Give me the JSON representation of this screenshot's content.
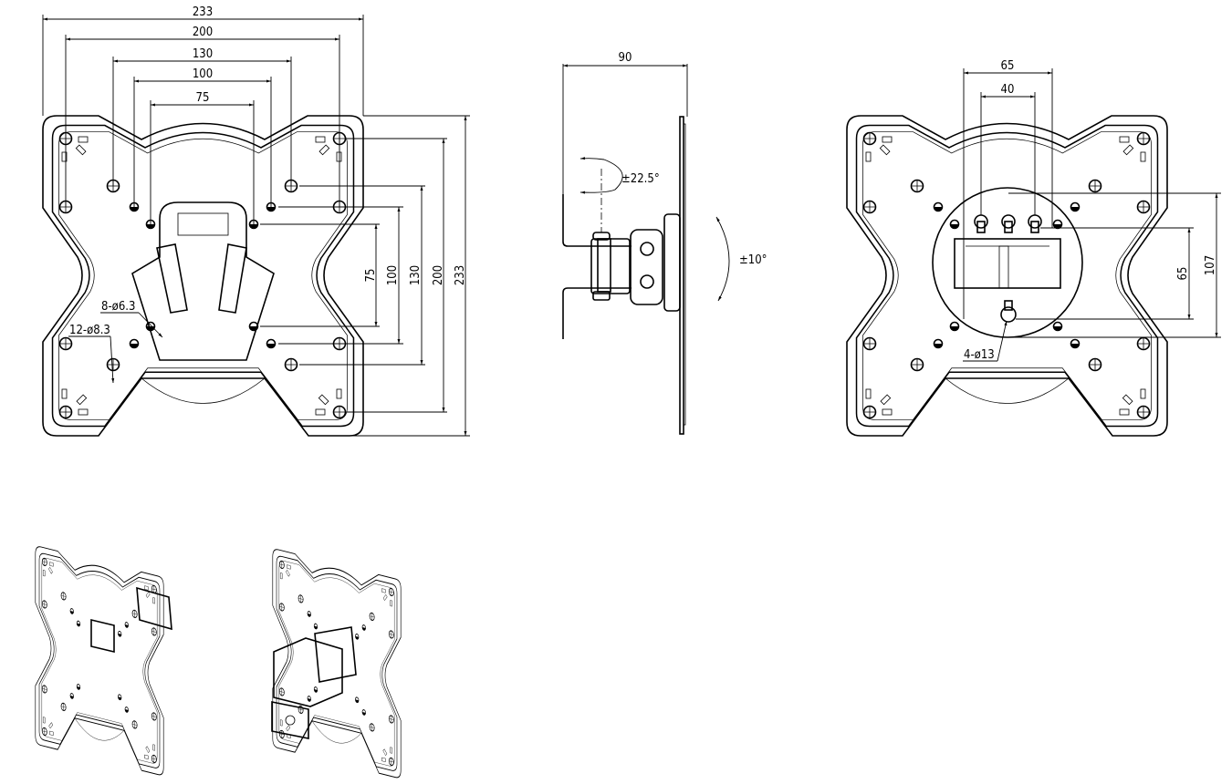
{
  "front_view": {
    "width_labels": [
      "233",
      "200",
      "130",
      "100",
      "75"
    ],
    "height_labels": [
      "75",
      "100",
      "130",
      "200",
      "233"
    ],
    "hole_small_label": "8-ø6.3",
    "hole_large_label": "12-ø8.3"
  },
  "side_view": {
    "depth_label": "90",
    "swivel_label": "±22.5°",
    "tilt_label": "±10°"
  },
  "rear_view": {
    "width_labels": [
      "65",
      "40"
    ],
    "height_labels": [
      "65",
      "107"
    ],
    "hole_label": "4-ø13"
  }
}
